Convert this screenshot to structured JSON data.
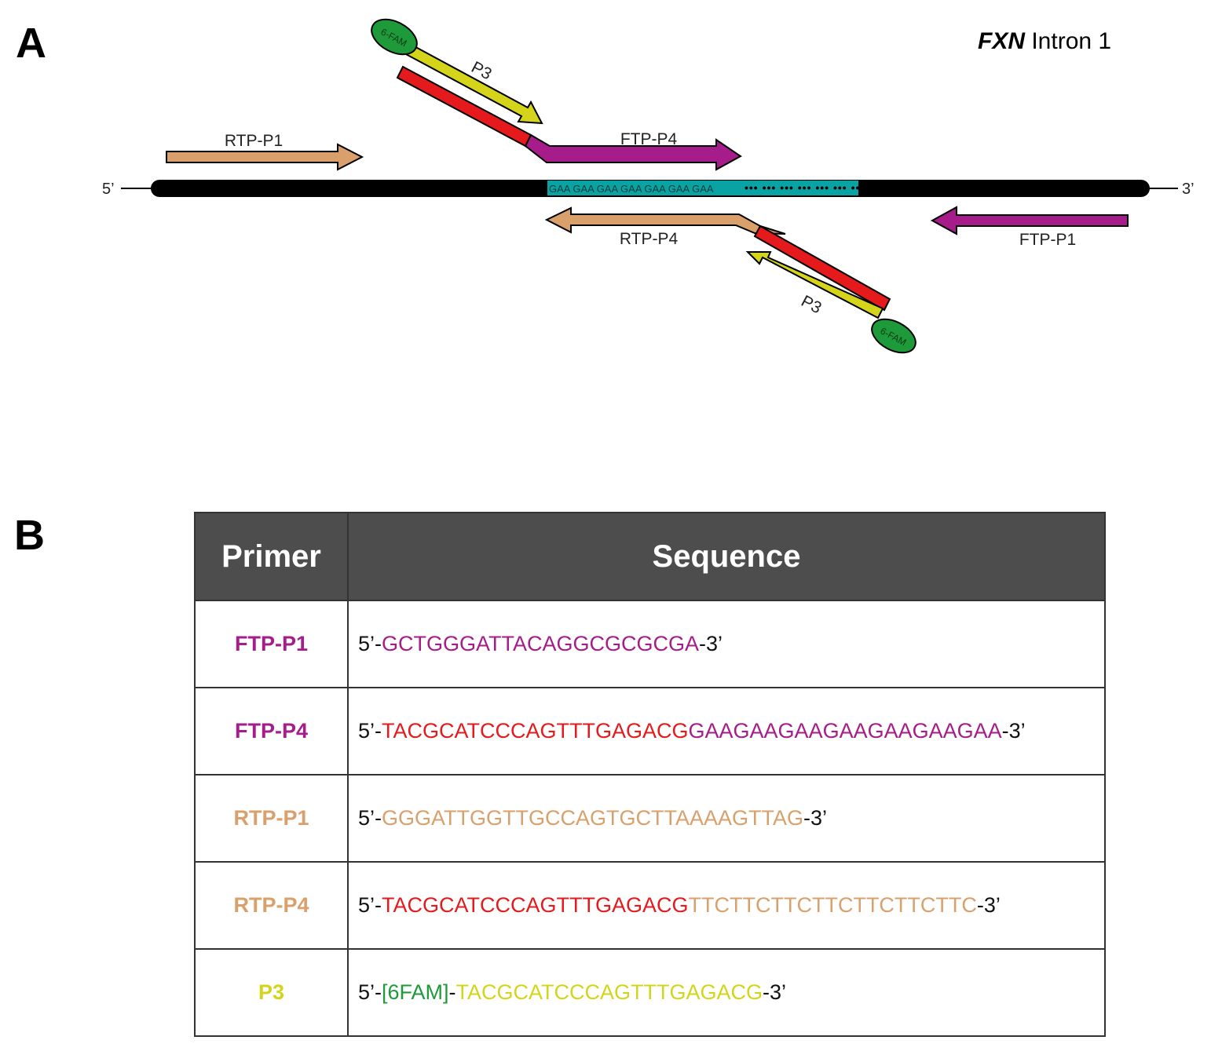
{
  "panel_a": {
    "letter": "A",
    "gene_name": "FXN",
    "gene_region": "Intron 1",
    "five_prime": "5’",
    "three_prime": "3’",
    "repeat_text": "GAA GAA GAA GAA GAA GAA GAA",
    "primer_labels": {
      "rtp_p1": "RTP-P1",
      "ftp_p4": "FTP-P4",
      "p3_top": "P3",
      "rtp_p4": "RTP-P4",
      "ftp_p1": "FTP-P1",
      "p3_bottom": "P3"
    },
    "fam_label": "6-FAM",
    "colors": {
      "ftp": "#a61c8a",
      "rtp": "#d9a06b",
      "tag": "#e41a1c",
      "p3": "#d4d41a",
      "fam": "#1e9a3a",
      "repeat": "#0aa3a3"
    }
  },
  "panel_b": {
    "letter": "B",
    "headers": {
      "primer": "Primer",
      "sequence": "Sequence"
    },
    "rows": [
      {
        "name": "FTP-P1",
        "name_color": "#a61c8a",
        "prefix": "5’-",
        "segments": [
          {
            "text": "GCTGGGATTACAGGCGCGCGA",
            "color": "#a61c8a"
          }
        ],
        "suffix": "-3’"
      },
      {
        "name": "FTP-P4",
        "name_color": "#a61c8a",
        "prefix": "5’-",
        "segments": [
          {
            "text": "TACGCATCCCAGTTTGAGACG",
            "color": "#e41a1c"
          },
          {
            "text": "GAAGAAGAAGAAGAAGAAGAA",
            "color": "#a61c8a"
          }
        ],
        "suffix": "-3’"
      },
      {
        "name": "RTP-P1",
        "name_color": "#d9a06b",
        "prefix": "5’-",
        "segments": [
          {
            "text": "GGGATTGGTTGCCAGTGCTTAAAAGTTAG",
            "color": "#d9a06b"
          }
        ],
        "suffix": "-3’"
      },
      {
        "name": "RTP-P4",
        "name_color": "#d9a06b",
        "prefix": "5’-",
        "segments": [
          {
            "text": "TACGCATCCCAGTTTGAGACG",
            "color": "#e41a1c"
          },
          {
            "text": "TTCTTCTTCTTCTTCTTCTTC",
            "color": "#d9a06b"
          }
        ],
        "suffix": "-3’"
      },
      {
        "name": "P3",
        "name_color": "#d4d41a",
        "prefix": "5’-",
        "segments": [
          {
            "text": "[6FAM]",
            "color": "#1e9a3a"
          },
          {
            "text": "-",
            "color": "#111111"
          },
          {
            "text": "TACGCATCCCAGTTTGAGACG",
            "color": "#d4d41a"
          }
        ],
        "suffix": "-3’"
      }
    ]
  }
}
